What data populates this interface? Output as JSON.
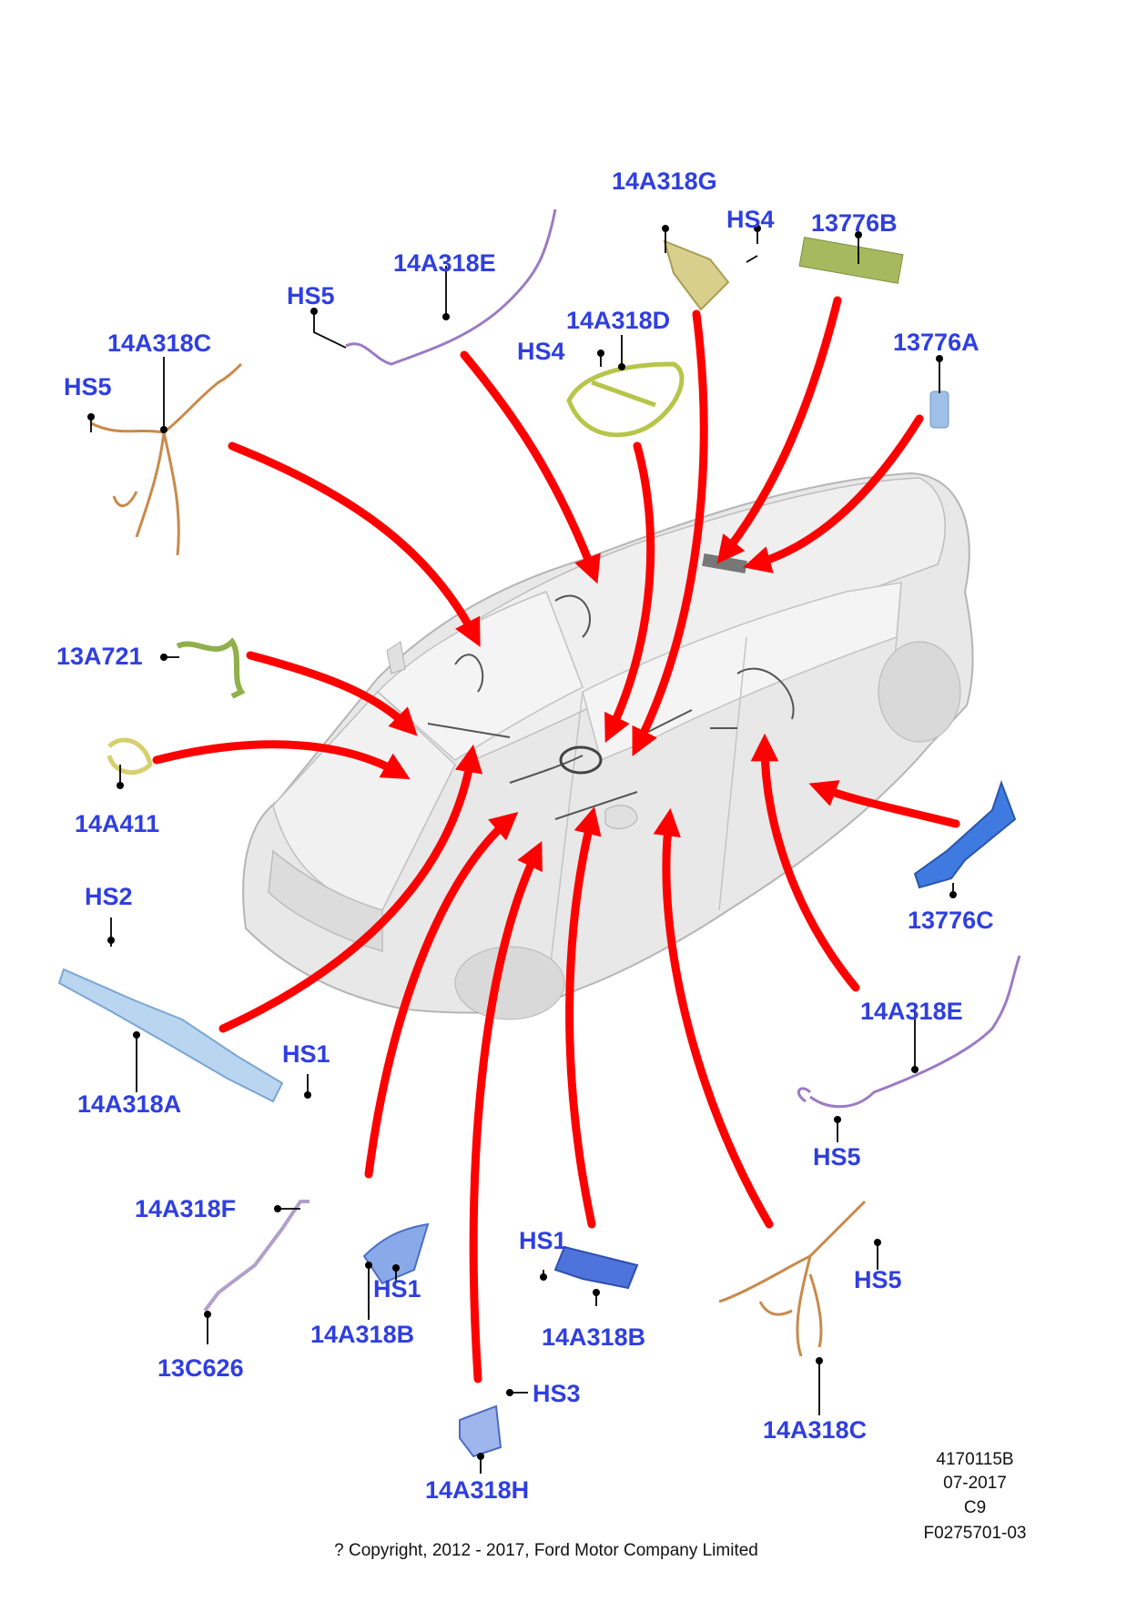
{
  "labels": {
    "p_14A318G": "14A318G",
    "p_HS4_top": "HS4",
    "p_13776B": "13776B",
    "p_14A318E_top": "14A318E",
    "p_HS5_topleft": "HS5",
    "p_14A318D": "14A318D",
    "p_HS4_mid": "HS4",
    "p_13776A": "13776A",
    "p_14A318C_left": "14A318C",
    "p_HS5_left": "HS5",
    "p_13A721": "13A721",
    "p_14A411": "14A411",
    "p_HS2": "HS2",
    "p_HS1_left": "HS1",
    "p_14A318A": "14A318A",
    "p_13776C": "13776C",
    "p_14A318E_right": "14A318E",
    "p_HS5_right": "HS5",
    "p_14A318F": "14A318F",
    "p_13C626": "13C626",
    "p_HS1_b1": "HS1",
    "p_14A318B_1": "14A318B",
    "p_HS1_b2": "HS1",
    "p_14A318B_2": "14A318B",
    "p_HS3": "HS3",
    "p_14A318H": "14A318H",
    "p_HS5_br": "HS5",
    "p_14A318C_right": "14A318C"
  },
  "meta": {
    "ref": "4170115B",
    "date": "07-2017",
    "code": "C9",
    "figure": "F0275701-03",
    "copyright": "? Copyright, 2012 - 2017, Ford Motor Company Limited"
  },
  "colors": {
    "label": "#2f3fe0",
    "arrow": "#ff0000",
    "car_body": "#e6e6e6",
    "car_outline": "#b0b0b0"
  }
}
